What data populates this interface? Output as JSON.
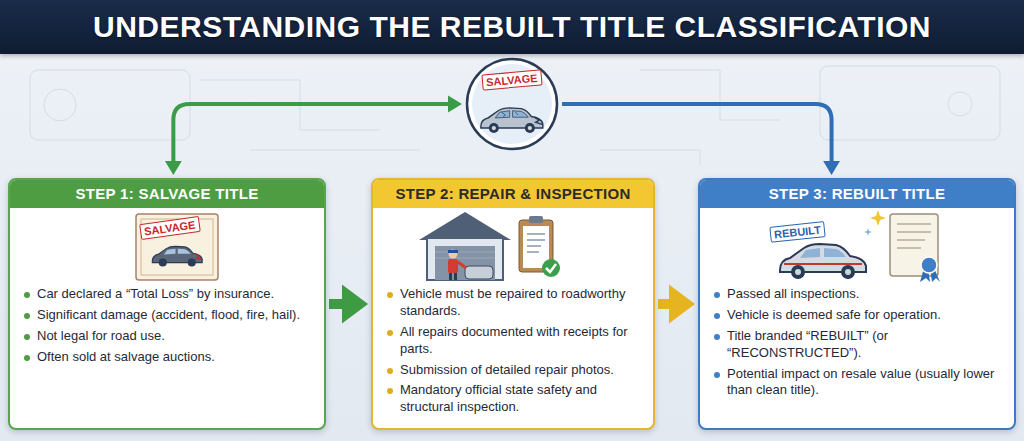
{
  "diagram": {
    "title": "UNDERSTANDING THE REBUILT TITLE CLASSIFICATION",
    "nodes": [
      {
        "text": [
          "SALVAGE"
        ]
      },
      {
        "text": [
          "STEP 1: SALVAGE TITLE",
          "Car declared a “Total Loss” by insurance.",
          "Significant damage (accident, flood, fire, hail).",
          "Not legal for road use.",
          "Often sold at salvage auctions."
        ]
      },
      {
        "text": [
          "STEP 2: REPAIR & INSPECTION",
          "Vehicle must be repaired to roadworthy standards.",
          "All repairs documented with receipts for parts.",
          "Submission of detailed repair photos.",
          "Mandatory official state safety and structural inspection."
        ]
      },
      {
        "text": [
          "STEP 3: REBUILT TITLE",
          "Passed all inspections.",
          "Vehicle is deemed safe for operation.",
          "Title branded “REBUILT” (or “RECONSTRUCTED”).",
          "Potential impact on resale value (usually lower than clean title)."
        ]
      }
    ],
    "edges": [
      {
        "from": 1,
        "to": 0,
        "arrow": "both"
      },
      {
        "from": 0,
        "to": 3,
        "arrow": "to"
      },
      {
        "from": 1,
        "to": 2,
        "arrow": "to"
      },
      {
        "from": 2,
        "to": 3,
        "arrow": "to"
      }
    ],
    "labels": [
      "SALVAGE",
      "REBUILT"
    ]
  }
}
